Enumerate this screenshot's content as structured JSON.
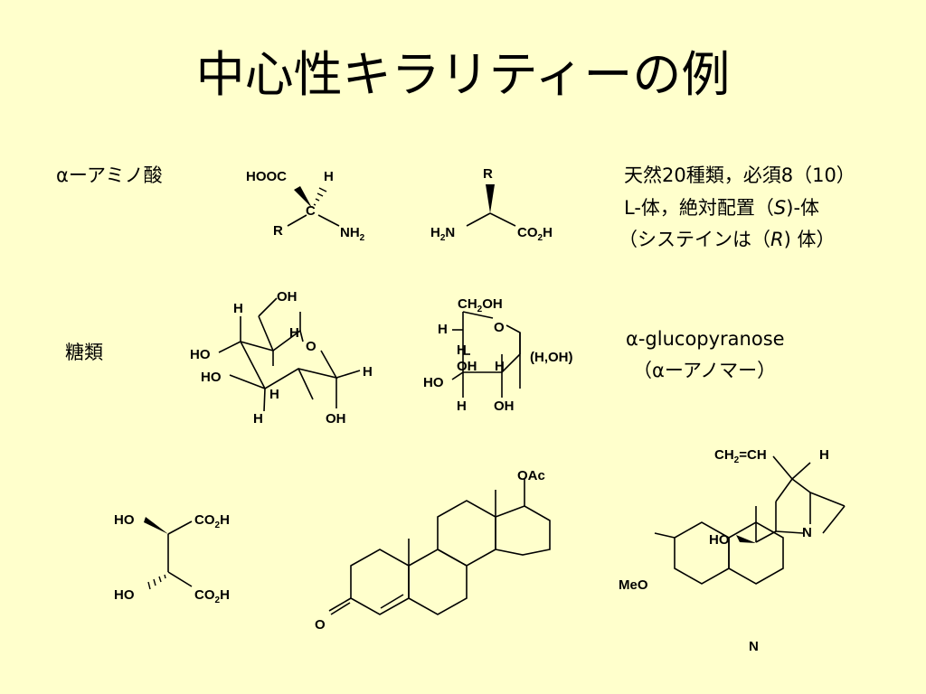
{
  "title": "中心性キラリティーの例",
  "rows": {
    "amino_acid": {
      "label": "αーアミノ酸",
      "note_line1": "天然20種類，必須8（10）",
      "note_line2_a": "L-体，絶対配置（",
      "note_line2_s": "S",
      "note_line2_b": ")-体",
      "note_line3_a": "（システインは（",
      "note_line3_r": "R",
      "note_line3_b": ") 体）",
      "struct1": {
        "hooc": "HOOC",
        "h": "H",
        "c": "C",
        "r": "R",
        "nh": "NH",
        "nh_sub": "2"
      },
      "struct2": {
        "r": "R",
        "h2n_h": "H",
        "h2n_sub": "2",
        "h2n_n": "N",
        "co": "CO",
        "co_sub": "2",
        "co_h": "H"
      }
    },
    "sugar": {
      "label": "糖類",
      "note_line1": "α-glucopyranose",
      "note_line2": "（αーアノマー）",
      "chair": {
        "oh_top": "OH",
        "h1": "H",
        "h2": "H",
        "o": "O",
        "ho1": "HO",
        "ho2": "HO",
        "h3": "H",
        "h4": "H",
        "h5": "H",
        "oh_bot": "OH"
      },
      "haworth": {
        "ch": "CH",
        "ch_sub": "2",
        "ch_oh": "OH",
        "h1": "H",
        "o": "O",
        "h2": "H",
        "oh1": "OH",
        "h3": "H",
        "ho": "HO",
        "h4": "H",
        "oh2": "OH",
        "bracket": "(H,OH)"
      }
    },
    "examples": {
      "tartaric": {
        "ho1": "HO",
        "co1": "CO",
        "sub1": "2",
        "h1": "H",
        "ho2": "HO",
        "co2": "CO",
        "sub2": "2",
        "h2": "H"
      },
      "steroid": {
        "oac": "OAc",
        "o": "O"
      },
      "quinine": {
        "vinyl_a": "CH",
        "vinyl_sub": "2",
        "vinyl_b": "=CH",
        "h": "H",
        "n1": "N",
        "ho": "HO",
        "meo": "MeO",
        "n2": "N"
      }
    }
  }
}
